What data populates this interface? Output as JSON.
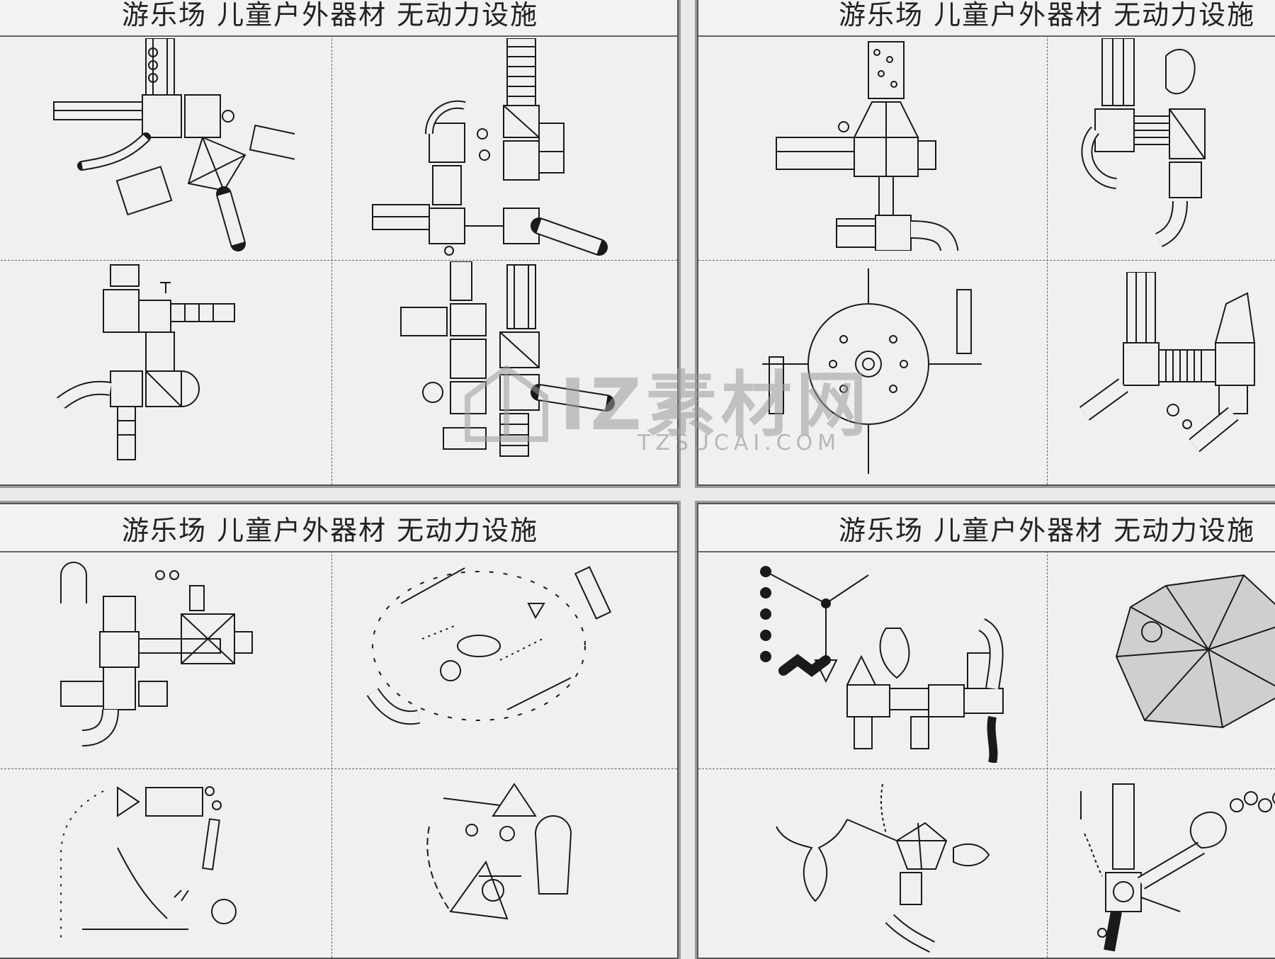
{
  "sheets": [
    {
      "title": "游乐场  儿童户外器材  无动力设施"
    },
    {
      "title": "游乐场  儿童户外器材  无动力设施"
    },
    {
      "title": "游乐场  儿童户外器材  无动力设施"
    },
    {
      "title": "游乐场  儿童户外器材  无动力设施"
    }
  ],
  "watermark": {
    "brand": "IZ素材网",
    "url": "TZSUCAI.COM"
  },
  "colors": {
    "paper": "#f0f0ef",
    "line": "#1a1a1a",
    "frame": "#555555",
    "watermark": "#9c9c9c"
  }
}
